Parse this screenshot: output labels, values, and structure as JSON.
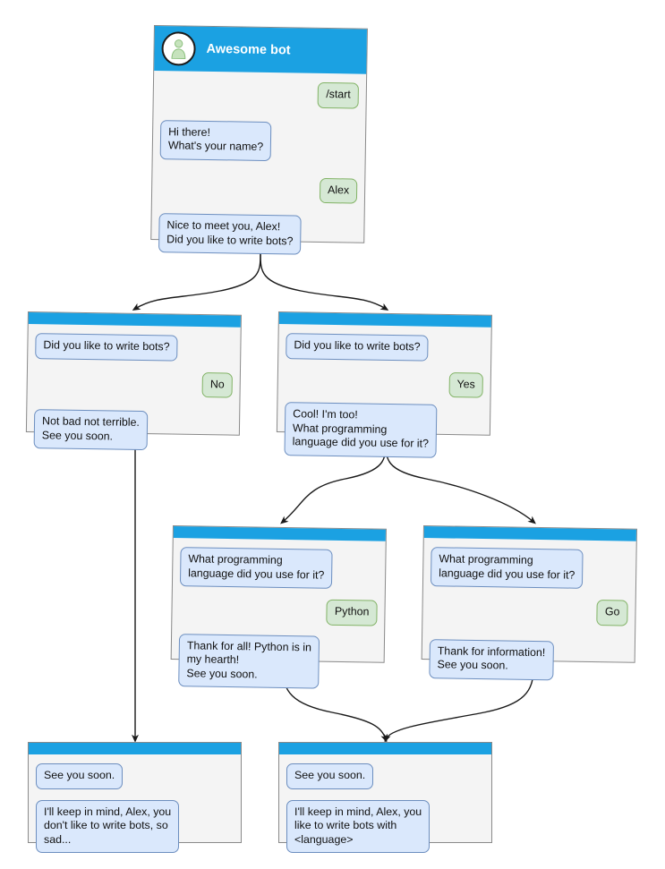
{
  "diagram": {
    "title_node": {
      "bot_name": "Awesome bot",
      "avatar_icon": "person-avatar-icon",
      "messages": [
        {
          "side": "user",
          "text": "/start"
        },
        {
          "side": "bot",
          "text": "Hi there!\nWhat's your name?"
        },
        {
          "side": "user",
          "text": "Alex"
        },
        {
          "side": "bot",
          "text": "Nice to meet you, Alex!\nDid you like to write bots?"
        }
      ]
    },
    "nodes": [
      {
        "id": "no-branch",
        "messages": [
          {
            "side": "bot",
            "text": "Did you like to write bots?"
          },
          {
            "side": "user",
            "text": "No"
          },
          {
            "side": "bot",
            "text": "Not bad not terrible.\nSee you soon."
          }
        ]
      },
      {
        "id": "yes-branch",
        "messages": [
          {
            "side": "bot",
            "text": "Did you like to write bots?"
          },
          {
            "side": "user",
            "text": "Yes"
          },
          {
            "side": "bot",
            "text": "Cool! I'm too!\nWhat programming\nlanguage did you use for it?"
          }
        ]
      },
      {
        "id": "python-branch",
        "messages": [
          {
            "side": "bot",
            "text": "What programming\nlanguage did you use for it?"
          },
          {
            "side": "user",
            "text": "Python"
          },
          {
            "side": "bot",
            "text": "Thank for all! Python is in\nmy hearth!\nSee you soon."
          }
        ]
      },
      {
        "id": "go-branch",
        "messages": [
          {
            "side": "bot",
            "text": "What programming\nlanguage did you use for it?"
          },
          {
            "side": "user",
            "text": "Go"
          },
          {
            "side": "bot",
            "text": "Thank for information!\nSee you soon."
          }
        ]
      },
      {
        "id": "end-sad",
        "messages": [
          {
            "side": "bot",
            "text": "See you soon."
          },
          {
            "side": "bot",
            "text": "I'll keep in mind, Alex, you\ndon't like to write bots, so\nsad..."
          }
        ]
      },
      {
        "id": "end-happy",
        "messages": [
          {
            "side": "bot",
            "text": "See you soon."
          },
          {
            "side": "bot",
            "text": "I'll keep in mind, Alex, you\nlike to write bots with\n<language>"
          }
        ]
      }
    ],
    "colors": {
      "header_blue": "#1ba1e2",
      "window_bg": "#f4f4f4",
      "window_border": "#8a8a8a",
      "bot_bubble_fill": "#dae8fc",
      "bot_bubble_border": "#6c8ebf",
      "user_bubble_fill": "#d5e8d4",
      "user_bubble_border": "#82b366",
      "avatar_person": "#b9ddb0",
      "edge_stroke": "#1a1a1a",
      "page_bg": "#ffffff"
    }
  }
}
